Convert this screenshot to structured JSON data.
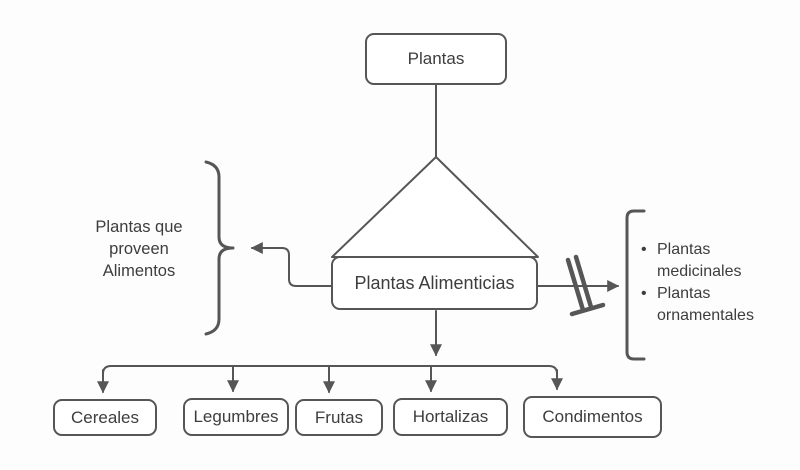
{
  "nodes": {
    "root": {
      "label": "Plantas"
    },
    "main": {
      "label": "Plantas Alimenticias"
    },
    "children": [
      {
        "label": "Cereales"
      },
      {
        "label": "Legumbres"
      },
      {
        "label": "Frutas"
      },
      {
        "label": "Hortalizas"
      },
      {
        "label": "Condimentos"
      }
    ]
  },
  "annotations": {
    "left_label": "Plantas que proveen Alimentos",
    "right_list": {
      "bullet": "•",
      "items": [
        "Plantas medicinales",
        "Plantas ornamentales"
      ]
    }
  },
  "colors": {
    "line": "#565656",
    "text": "#3d3d3d",
    "node_fill": "#ffffff",
    "background": "#fdfdfd"
  }
}
